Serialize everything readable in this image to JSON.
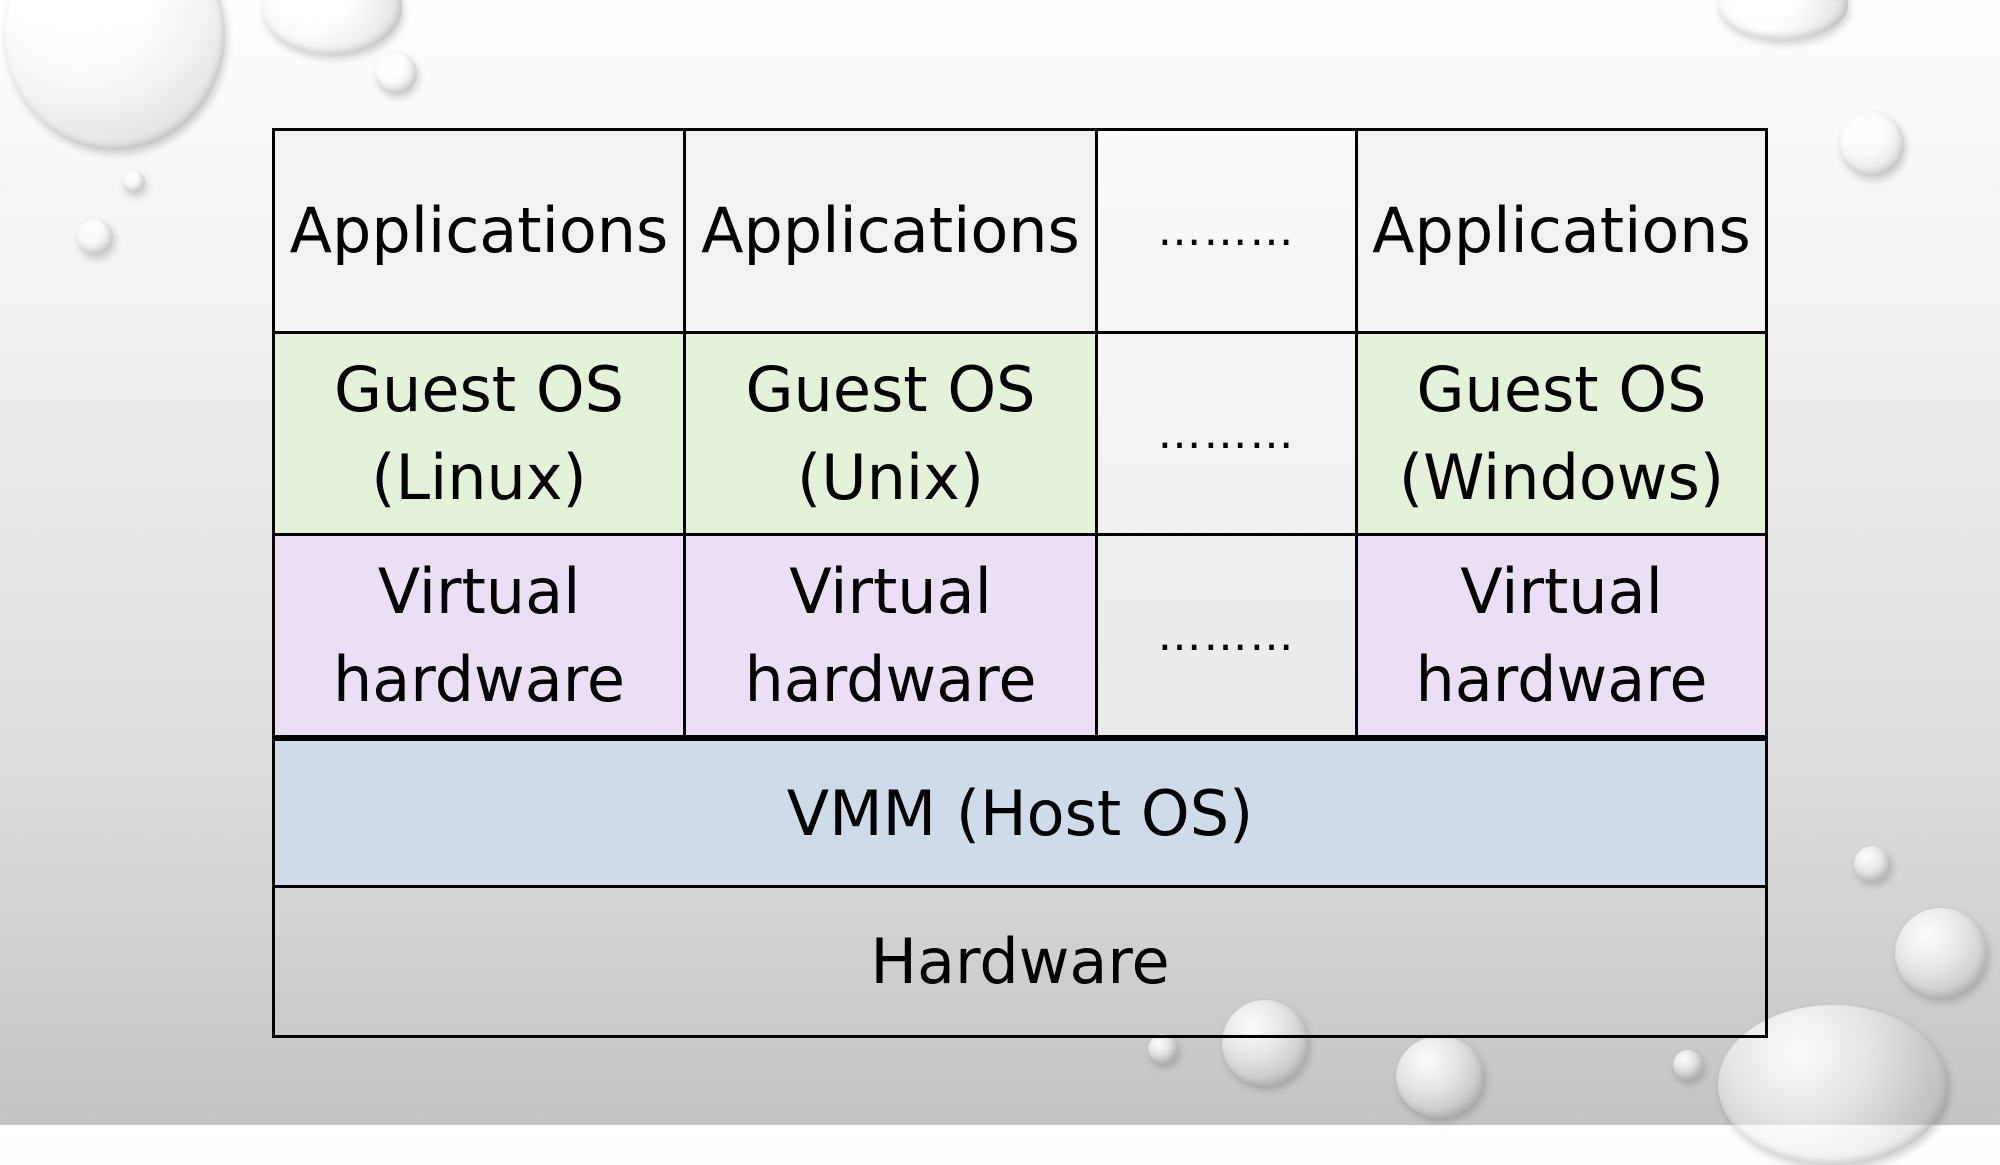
{
  "diagram": {
    "columns": [
      {
        "applications": "Applications",
        "guest_os_line1": "Guest OS",
        "guest_os_line2": "(Linux)",
        "virtual_hw_line1": "Virtual",
        "virtual_hw_line2": "hardware"
      },
      {
        "applications": "Applications",
        "guest_os_line1": "Guest OS",
        "guest_os_line2": "(Unix)",
        "virtual_hw_line1": "Virtual",
        "virtual_hw_line2": "hardware"
      },
      {
        "applications": "………",
        "guest_os": "………",
        "virtual_hw": "………"
      },
      {
        "applications": "Applications",
        "guest_os_line1": "Guest OS",
        "guest_os_line2": "(Windows)",
        "virtual_hw_line1": "Virtual",
        "virtual_hw_line2": "hardware"
      }
    ],
    "vmm": "VMM (Host OS)",
    "hardware": "Hardware"
  },
  "colors": {
    "applications": "#f2f2f2",
    "guest_os": "#e3f2d9",
    "virtual_hardware": "#ebdff5",
    "vmm": "#cfdbe8"
  }
}
